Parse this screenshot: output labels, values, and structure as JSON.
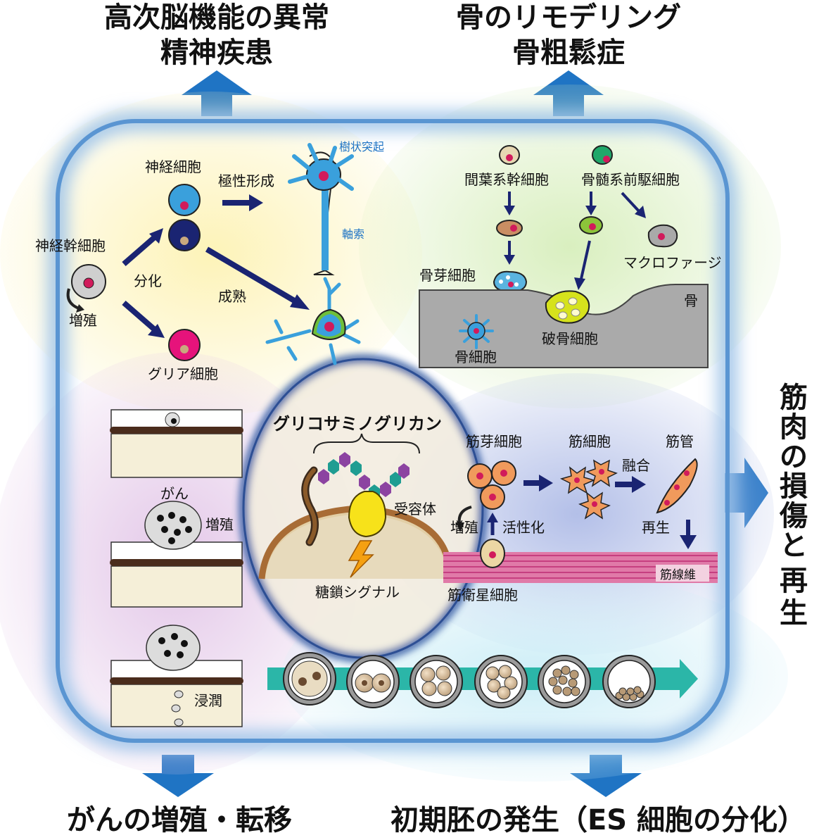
{
  "outcomes": {
    "top_left_1": "高次脳機能の異常",
    "top_left_2": "精神疾患",
    "top_right_1": "骨のリモデリング",
    "top_right_2": "骨粗鬆症",
    "right": [
      "筋",
      "肉",
      "の",
      "損",
      "傷",
      "と",
      "再",
      "生"
    ],
    "bottom_left": "がんの増殖・転移",
    "bottom_right": "初期胚の発生（ES 細胞の分化）"
  },
  "center": {
    "title": "グリコサミノグリカン",
    "receptor": "受容体",
    "signal": "糖鎖シグナル"
  },
  "neural": {
    "stem": "神経幹細胞",
    "proliferation": "増殖",
    "differentiation": "分化",
    "neuron": "神経細胞",
    "polarity": "極性形成",
    "dendrite": "樹状突起",
    "axon": "軸索",
    "maturation": "成熟",
    "glia": "グリア細胞"
  },
  "bone": {
    "msc": "間葉系幹細胞",
    "myeloid": "骨髄系前駆細胞",
    "macrophage": "マクロファージ",
    "osteoblast": "骨芽細胞",
    "bone": "骨",
    "osteoclast": "破骨細胞",
    "osteocyte": "骨細胞"
  },
  "muscle": {
    "myoblast": "筋芽細胞",
    "myocyte": "筋細胞",
    "fusion": "融合",
    "myotube": "筋管",
    "proliferation": "増殖",
    "activation": "活性化",
    "regeneration": "再生",
    "satellite": "筋衛星細胞",
    "fiber": "筋線維"
  },
  "cancer": {
    "cancer": "がん",
    "proliferation": "増殖",
    "invasion": "浸潤"
  },
  "colors": {
    "arrow_blue": "#1f74c4",
    "navy": "#1a2472",
    "teal": "#2bb6a8",
    "neuron_blue": "#3aa0dc",
    "glia_pink": "#e6137b"
  }
}
